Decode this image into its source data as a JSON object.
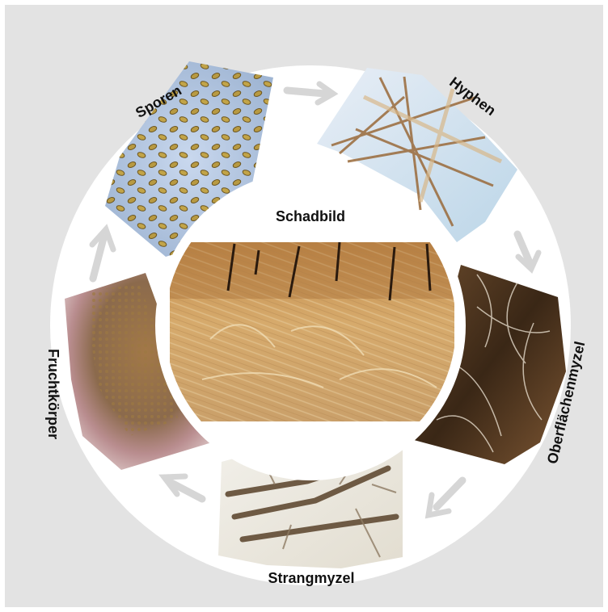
{
  "diagram": {
    "center_label": "Schadbild",
    "stages": [
      {
        "key": "sporen",
        "label": "Sporen"
      },
      {
        "key": "hyphen",
        "label": "Hyphen"
      },
      {
        "key": "oberflaechenmyzel",
        "label": "Oberflächenmyzel"
      },
      {
        "key": "strangmyzel",
        "label": "Strangmyzel"
      },
      {
        "key": "fruchtkoerper",
        "label": "Fruchtkörper"
      }
    ]
  },
  "colors": {
    "background": "#e3e3e3",
    "ring": "#ffffff",
    "arrow": "#d6d6d6",
    "text": "#111111"
  }
}
